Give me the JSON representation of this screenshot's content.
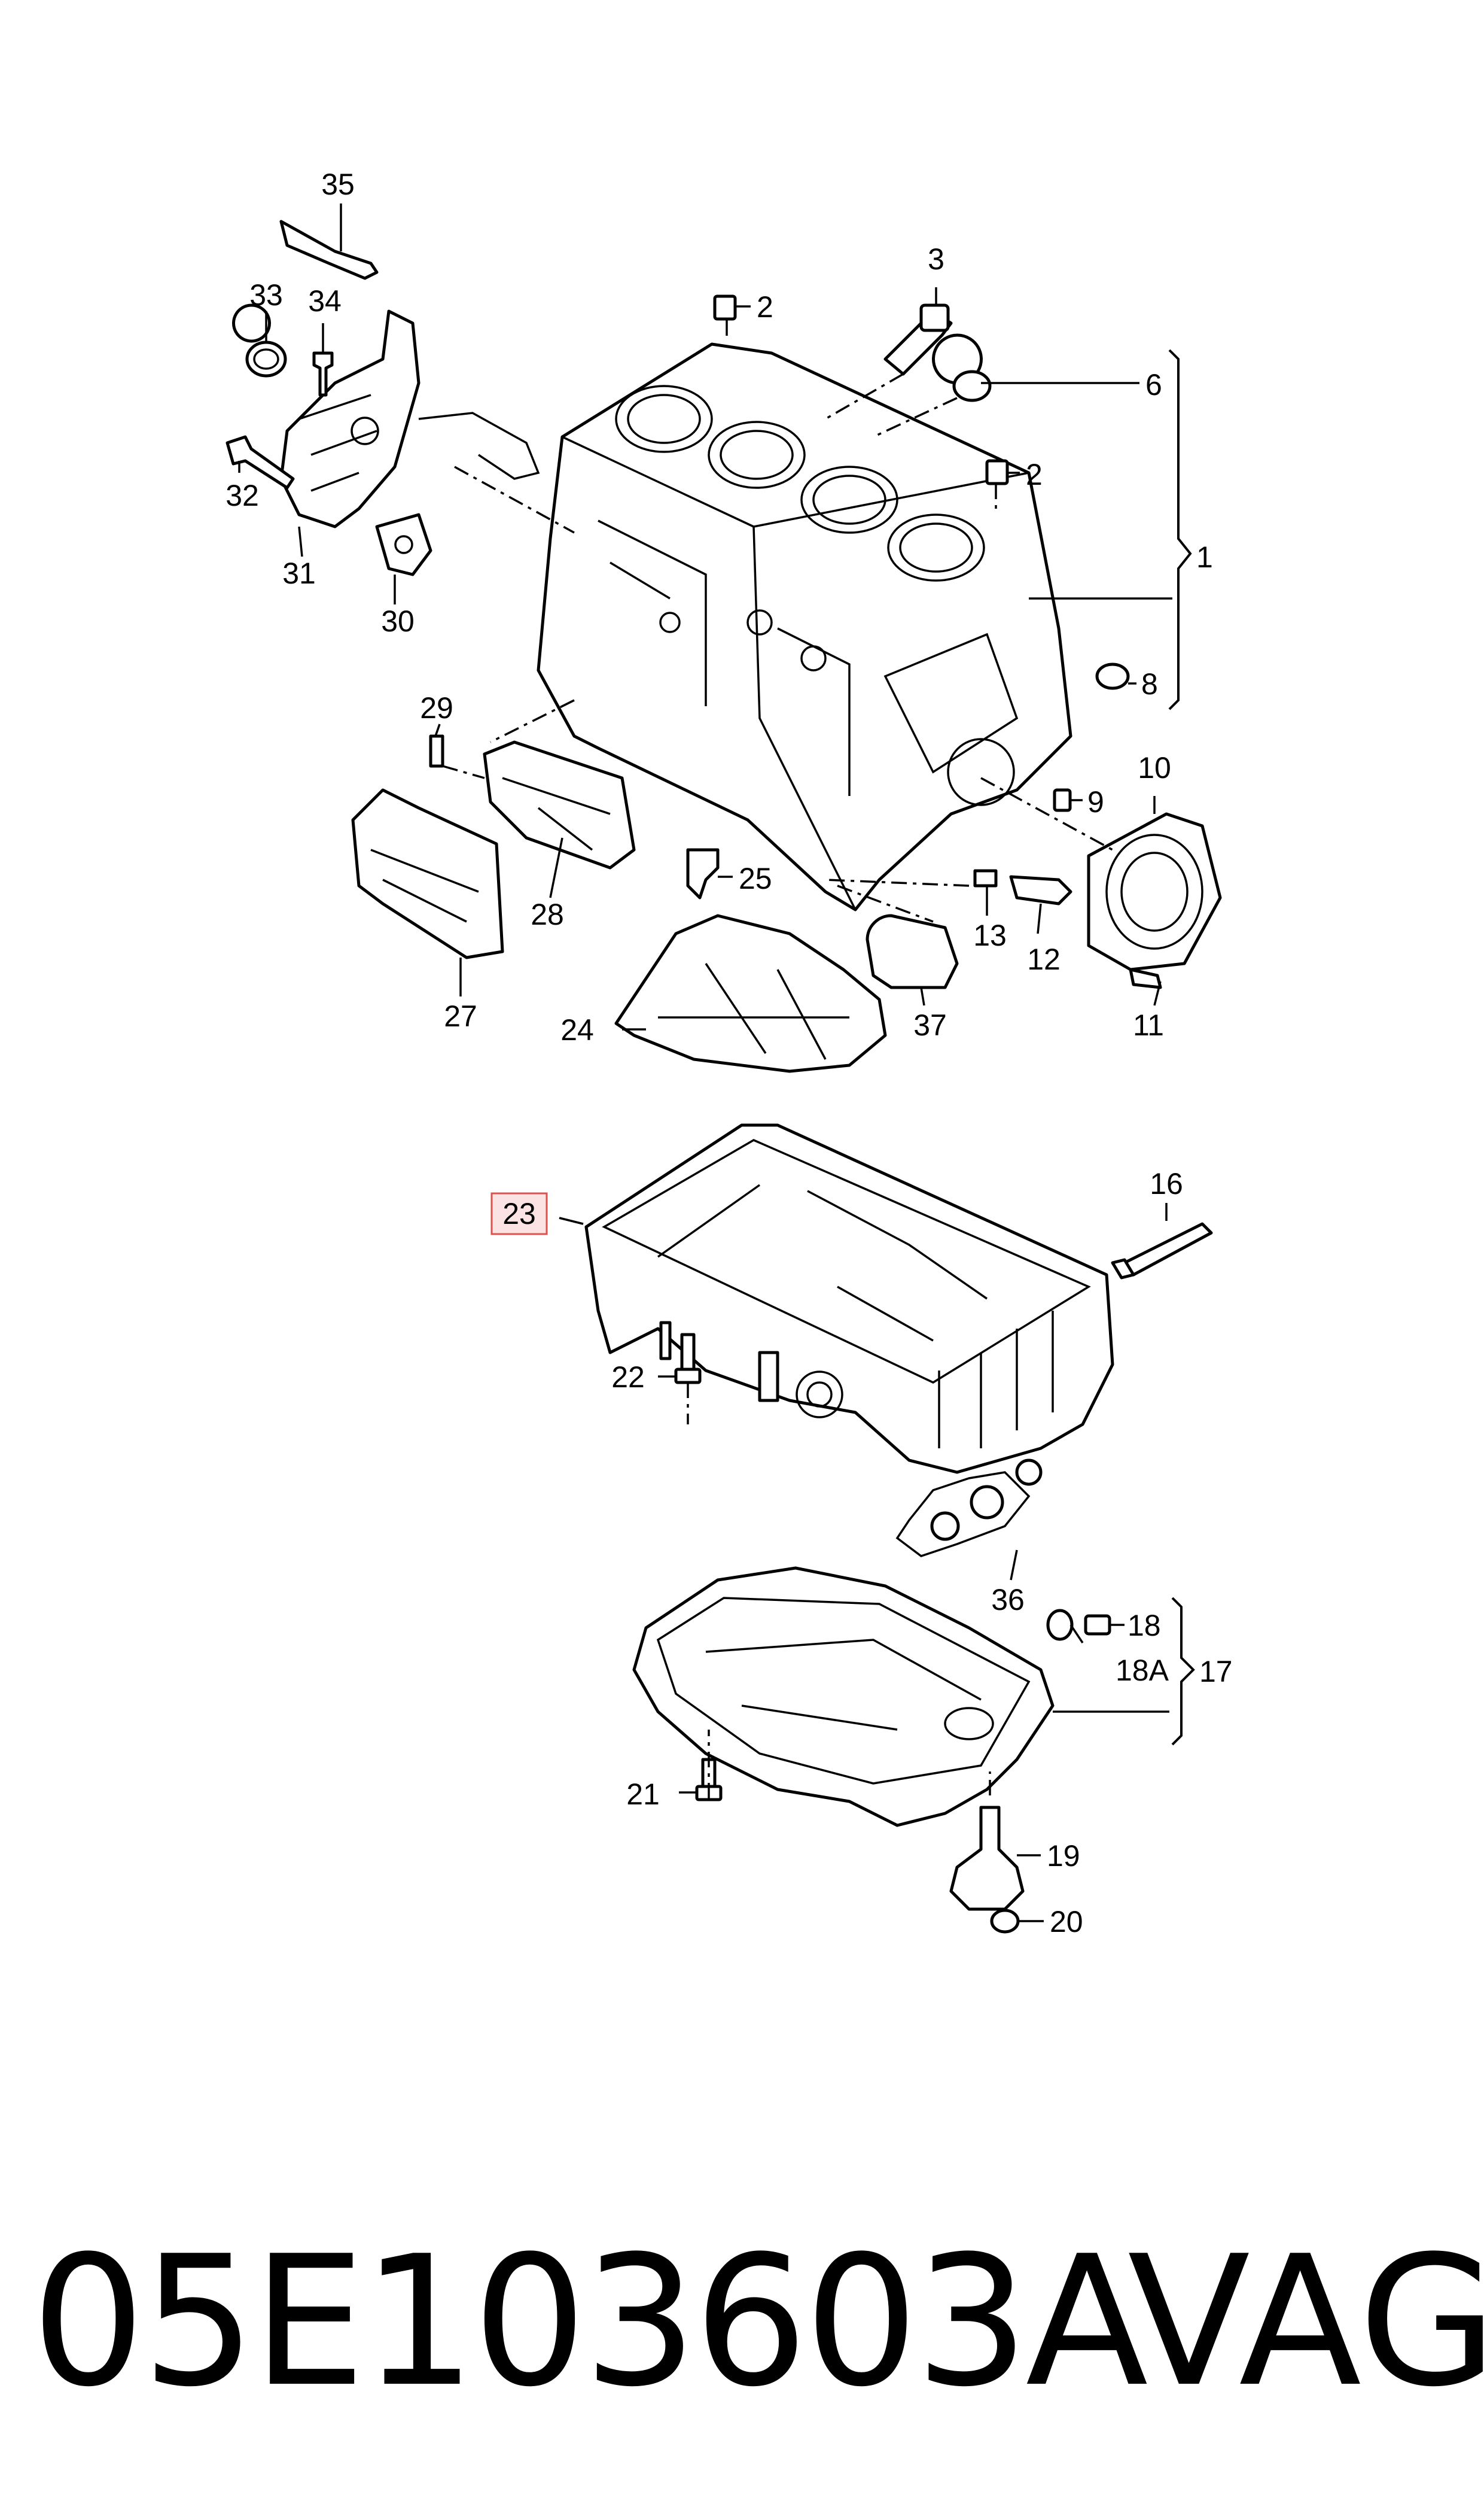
{
  "diagram": {
    "callouts": {
      "c1": "1",
      "c2a": "2",
      "c2b": "2",
      "c3": "3",
      "c6": "6",
      "c8": "8",
      "c9": "9",
      "c10": "10",
      "c11": "11",
      "c12": "12",
      "c13": "13",
      "c16": "16",
      "c17": "17",
      "c18": "18",
      "c18a": "18A",
      "c19": "19",
      "c20": "20",
      "c21": "21",
      "c22": "22",
      "c23": "23",
      "c24": "24",
      "c25": "25",
      "c27": "27",
      "c28": "28",
      "c29": "29",
      "c30": "30",
      "c31": "31",
      "c32": "32",
      "c33": "33",
      "c34": "34",
      "c35": "35",
      "c36": "36",
      "c37": "37"
    },
    "highlighted_callout": "23",
    "highlight_color": "#fbe3e3",
    "highlight_border_color": "#d9534f"
  },
  "caption": {
    "part_number": "05E103603A",
    "brand": "VAG"
  }
}
